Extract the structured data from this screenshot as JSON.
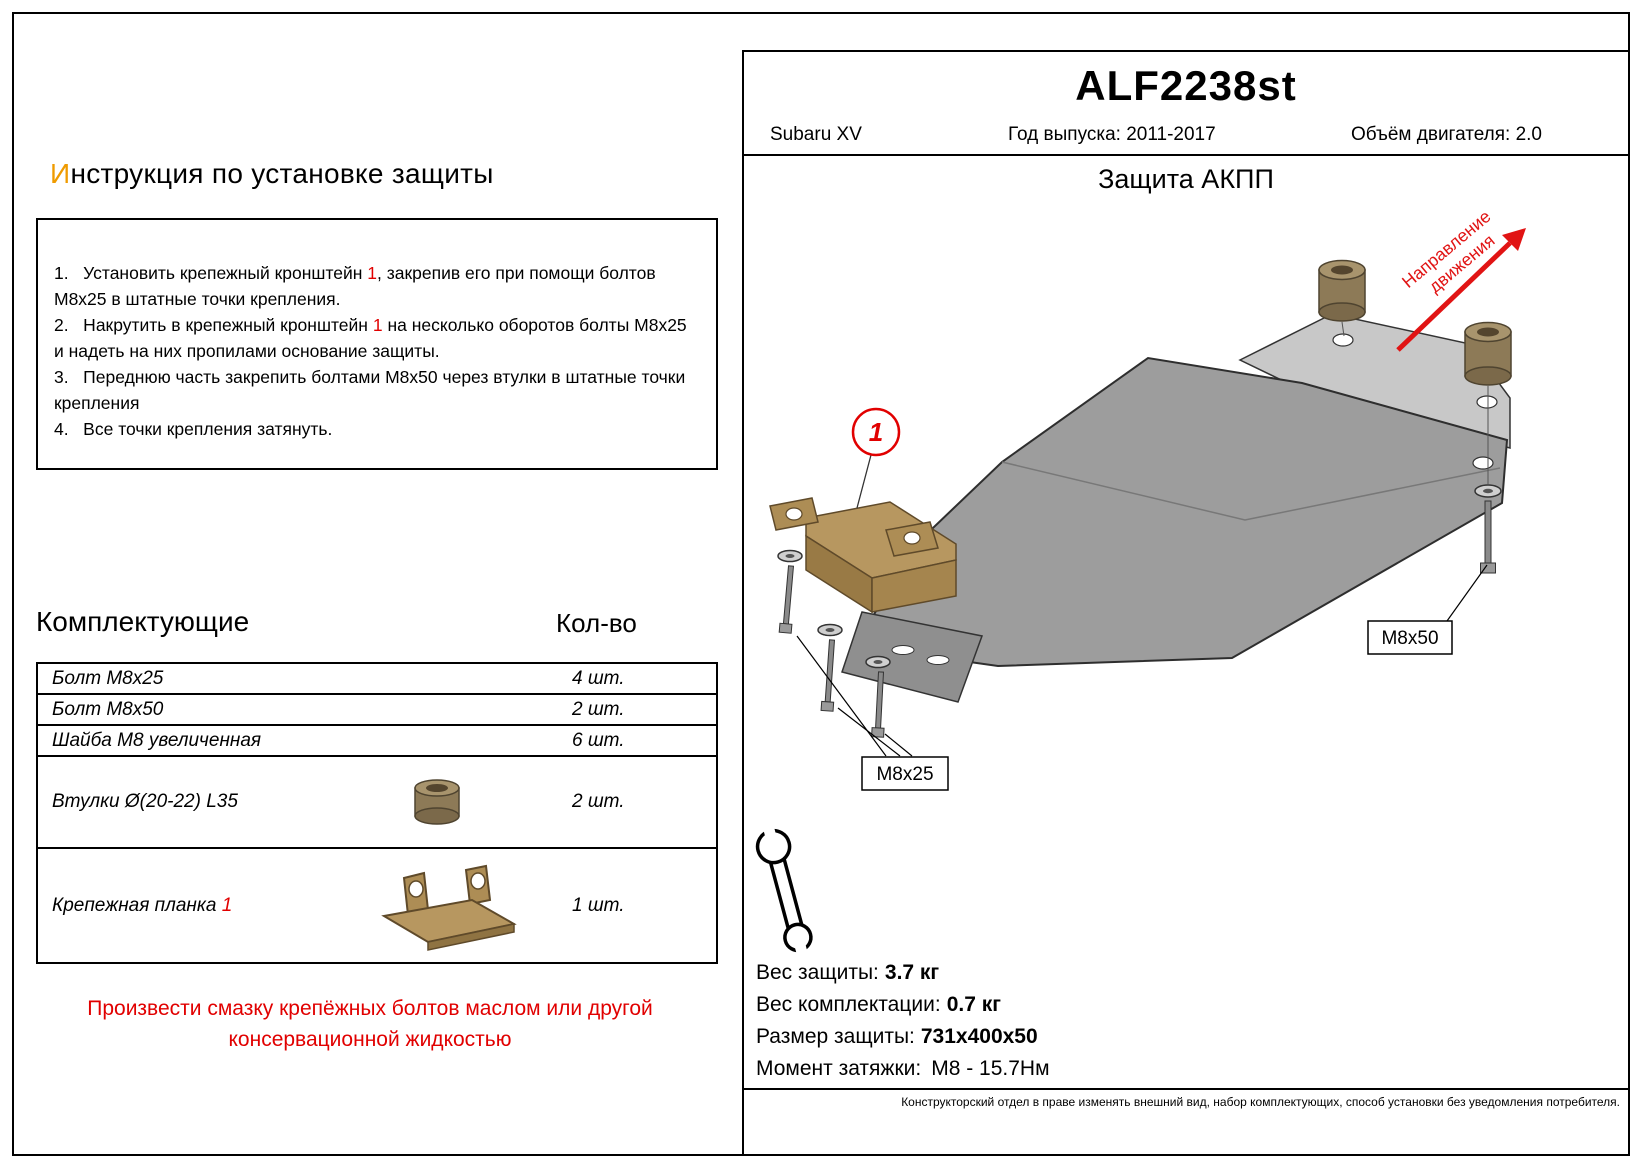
{
  "left": {
    "title_first": "И",
    "title_rest": "нструкция по установке защиты"
  },
  "steps": {
    "s1_pre": "1.   Установить крепежный кронштейн ",
    "s1_num": "1",
    "s1_post": ", закрепив его при помощи болтов М8х25 в штатные точки крепления.",
    "s2_pre": "2.   Накрутить в крепежный кронштейн ",
    "s2_num": "1",
    "s2_post": " на несколько оборотов болты М8х25 и надеть на них пропилами основание защиты.",
    "s3": "3.   Переднюю часть закрепить болтами М8х50 через втулки в штатные точки крепления",
    "s4": "4.   Все точки крепления затянуть."
  },
  "parts": {
    "header": "Комплектующие",
    "qty_header": "Кол-во",
    "rows": [
      {
        "name": "Болт М8х25",
        "qty": "4 шт."
      },
      {
        "name": "Болт М8х50",
        "qty": "2 шт."
      },
      {
        "name": "Шайба М8 увеличенная",
        "qty": "6 шт."
      },
      {
        "name": "Втулки Ø(20-22) L35",
        "qty": "2 шт.",
        "icon": "bushing-icon"
      },
      {
        "name_pre": "Крепежная планка ",
        "name_num": "1",
        "qty": "1 шт.",
        "icon": "bracket-icon"
      }
    ]
  },
  "note": {
    "line1": "Произвести смазку крепёжных болтов маслом или другой",
    "line2": "консервационной жидкостью"
  },
  "panel": {
    "code": "ALF2238st",
    "car": "Subaru XV",
    "year": "Год выпуска: 2011-2017",
    "engine": "Объём двигателя: 2.0",
    "drawing_title": "Защита АКПП",
    "callout_number": "1",
    "label_m8x25": "М8х25",
    "label_m8x50": "М8х50",
    "dir1": "Направление",
    "dir2": "движения",
    "specs": [
      {
        "label": "Вес защиты:",
        "value": "3.7 кг"
      },
      {
        "label": "Вес комплектации:",
        "value": "0.7 кг"
      },
      {
        "label": "Размер защиты:",
        "value": "731x400x50"
      },
      {
        "label": "Момент затяжки:",
        "value": "М8 - 15.7Нм"
      }
    ],
    "footnote": "Конструкторский отдел в праве изменять внешний вид, набор комплектующих, способ установки без уведомления потребителя."
  },
  "colors": {
    "accent_red": "#e10000",
    "title_orange": "#ef9b00",
    "bronze": "#b2925c",
    "plate_gray": "#9d9d9d"
  }
}
